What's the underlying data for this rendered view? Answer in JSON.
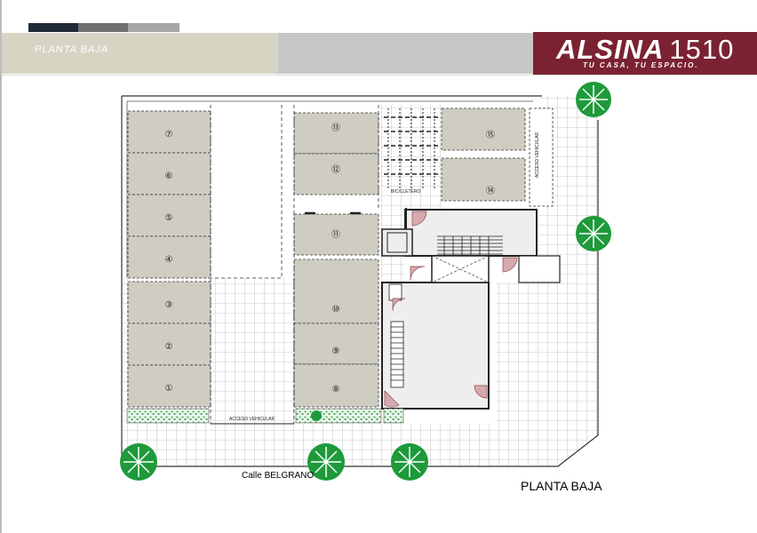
{
  "header": {
    "section_label": "PLANTA BAJA",
    "brand_title": "ALSINA",
    "brand_number": "1510",
    "brand_tagline": "TU CASA, TU ESPACIO.",
    "colors": {
      "swatch_1": "#1f2a37",
      "swatch_2": "#6f6f6f",
      "swatch_3": "#a6a6a6",
      "header_beige": "#d8d4c4",
      "header_grey": "#c7c7c7",
      "brand": "#7a2232"
    }
  },
  "plan": {
    "parking_spaces_left": [
      "⑦",
      "⑥",
      "⑤",
      "④",
      "③",
      "②",
      "①"
    ],
    "parking_spaces_middle": [
      "⑬",
      "⑫",
      "⑪",
      "⑩",
      "⑨",
      "⑧"
    ],
    "parking_spaces_right": [
      "⑮",
      "⑭"
    ],
    "bike_rack_label": "BICICLETERO",
    "vehicle_access_label": "ACCESO VEHICULAR",
    "vehicle_access_label_side": "ACCESO VEHICULAR",
    "trees_count": 5,
    "colors": {
      "parking_fill": "#cfcdc2",
      "tree": "#1e9a3a",
      "tree_dark": "#0d6e26",
      "door_swing": "#d6a9ae",
      "grid": "#9a9a9a"
    }
  },
  "street_label": "Calle BELGRANO",
  "caption": "PLANTA BAJA"
}
